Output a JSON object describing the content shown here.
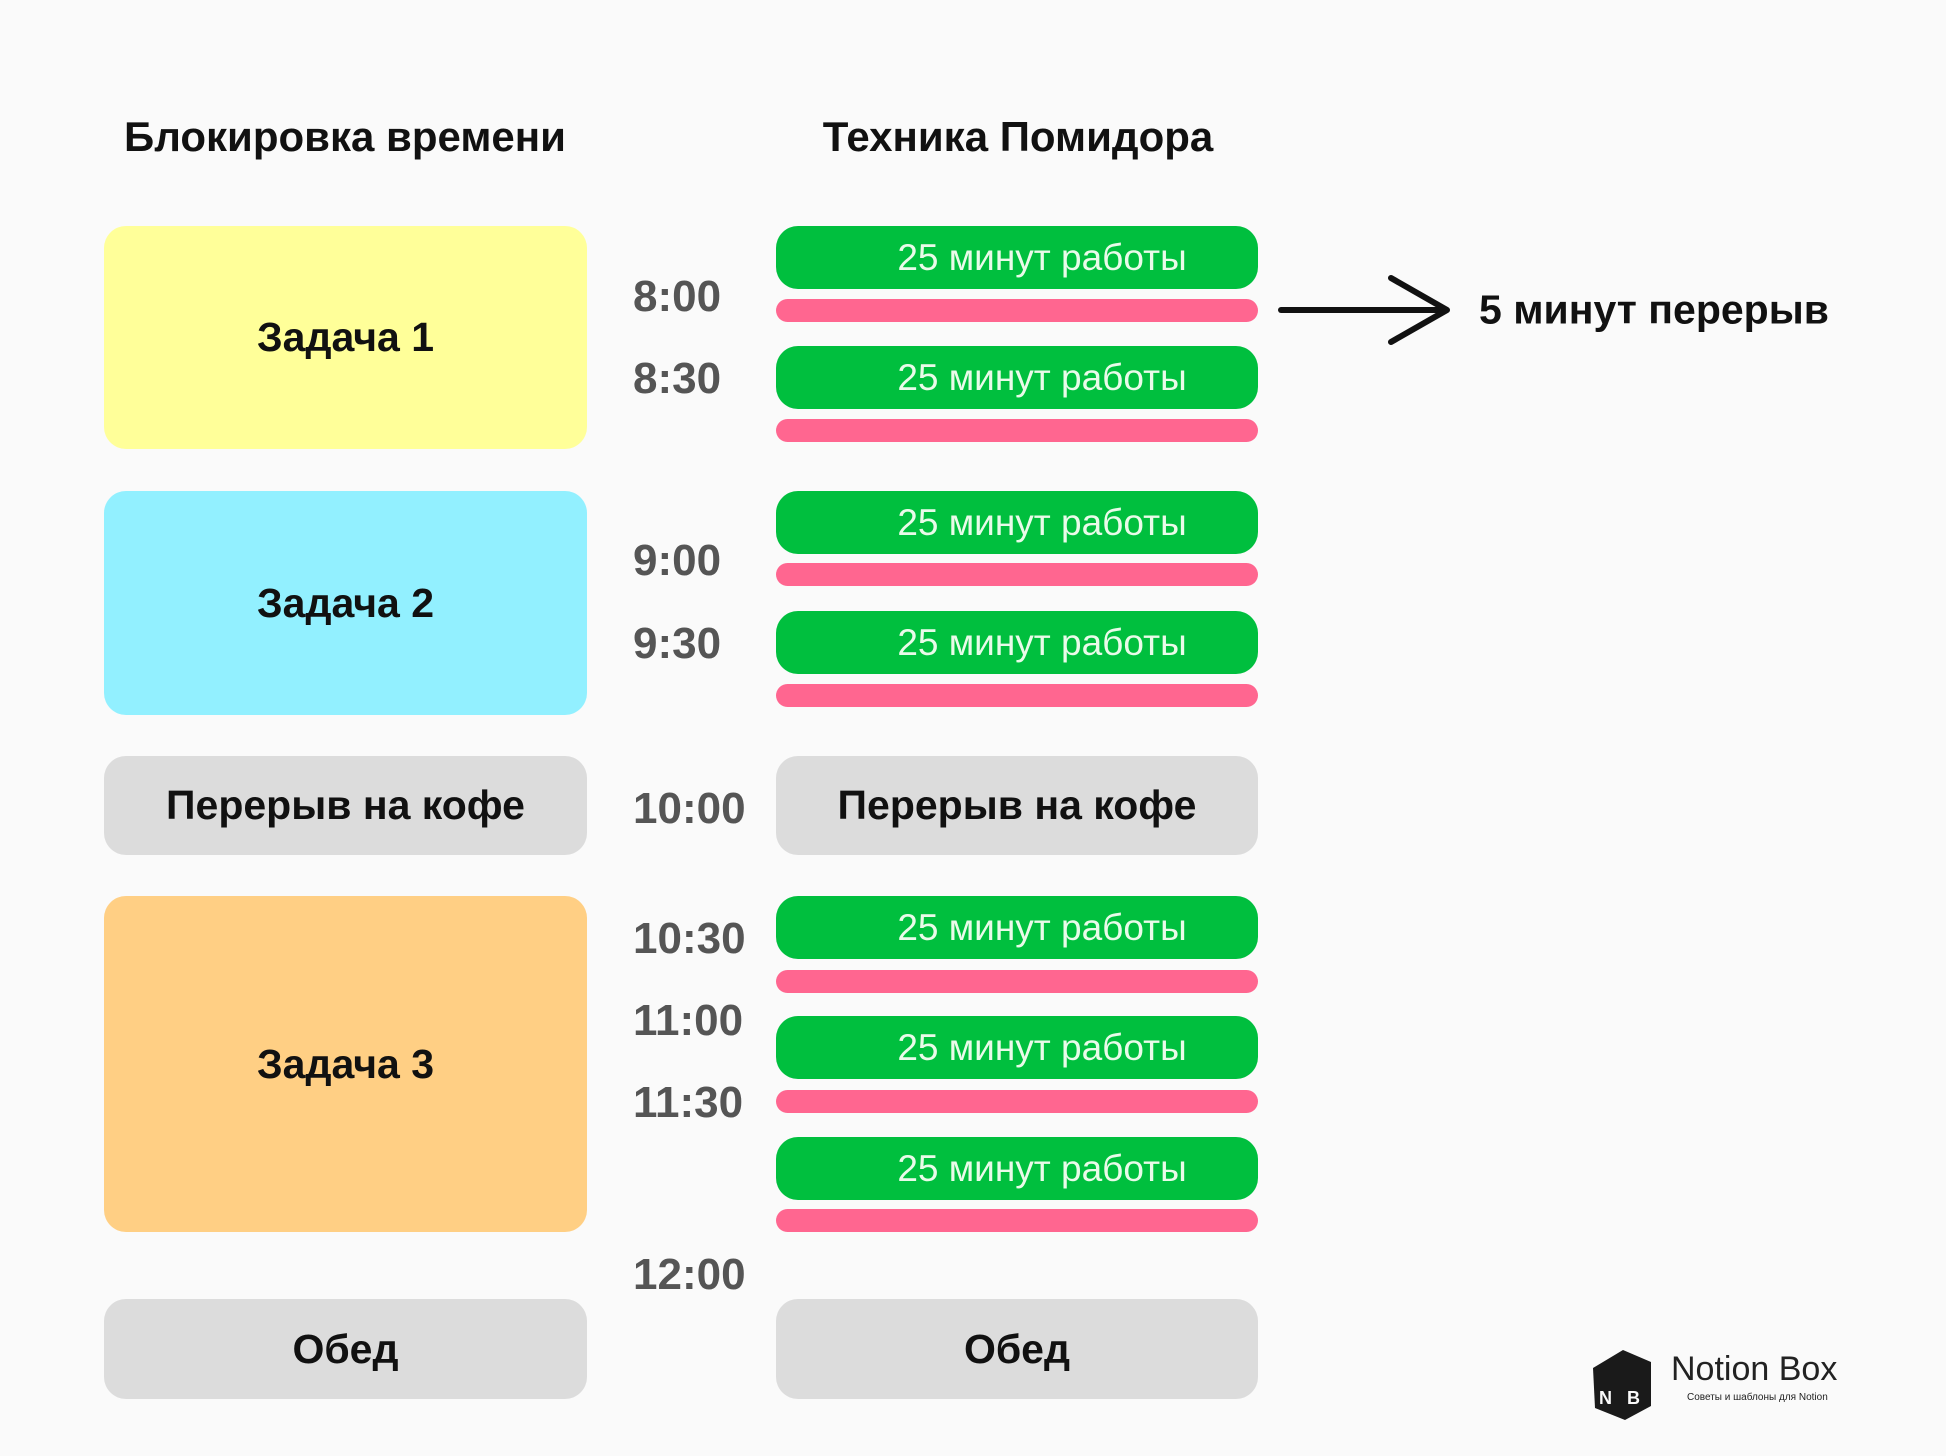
{
  "headings": {
    "left": "Блокировка времени",
    "right": "Техника Помидора"
  },
  "left_blocks": [
    {
      "label": "Задача 1",
      "color": "#ffff99"
    },
    {
      "label": "Задача 2",
      "color": "#92f0ff"
    },
    {
      "label": "Перерыв на кофе",
      "color": "#dcdcdc"
    },
    {
      "label": "Задача 3",
      "color": "#ffcf84"
    },
    {
      "label": "Обед",
      "color": "#dcdcdc"
    }
  ],
  "pomodoro": {
    "work_label": "25 минут работы",
    "coffee_label": "Перерыв на кофе",
    "lunch_label": "Обед",
    "work_color": "#00bf3e",
    "break_color": "#ff6690"
  },
  "times": [
    "8:00",
    "8:30",
    "9:00",
    "9:30",
    "10:00",
    "10:30",
    "11:00",
    "11:30",
    "12:00"
  ],
  "annotation": "5 минут перерыв",
  "logo": {
    "name": "Notion Box",
    "tagline": "Советы и шаблоны для Notion",
    "letters": "NB"
  }
}
